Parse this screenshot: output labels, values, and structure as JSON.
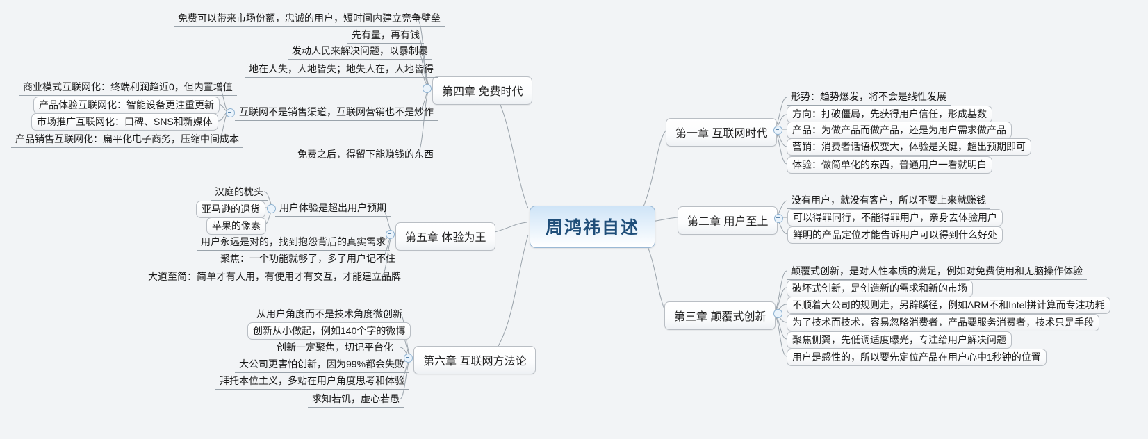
{
  "app": {
    "type": "mindmap",
    "background": "#f2f4f6",
    "accent": "#1f4e79"
  },
  "root": {
    "label": "周鸿祎自述"
  },
  "branches": [
    {
      "id": "ch1",
      "label": "第一章 互联网时代",
      "side": "right",
      "children": [
        {
          "label": "形势：趋势爆发，将不会是线性发展"
        },
        {
          "label": "方向：打破僵局，先获得用户信任，形成基数"
        },
        {
          "label": "产品：为做产品而做产品，还是为用户需求做产品"
        },
        {
          "label": "营销：消费者话语权变大，体验是关键，超出预期即可"
        },
        {
          "label": "体验：做简单化的东西，普通用户一看就明白"
        }
      ]
    },
    {
      "id": "ch2",
      "label": "第二章 用户至上",
      "side": "right",
      "children": [
        {
          "label": "没有用户，就没有客户，所以不要上来就赚钱"
        },
        {
          "label": "可以得罪同行，不能得罪用户，亲身去体验用户"
        },
        {
          "label": "鲜明的产品定位才能告诉用户可以得到什么好处"
        }
      ]
    },
    {
      "id": "ch3",
      "label": "第三章 颠覆式创新",
      "side": "right",
      "children": [
        {
          "label": "颠覆式创新，是对人性本质的满足，例如对免费使用和无脑操作体验"
        },
        {
          "label": "破坏式创新，是创造新的需求和新的市场"
        },
        {
          "label": "不顺着大公司的规则走，另辟蹊径，例如ARM不和Intel拼计算而专注功耗"
        },
        {
          "label": "为了技术而技术，容易忽略消费者，产品要服务消费者，技术只是手段"
        },
        {
          "label": "聚焦侧翼，先低调适度曝光，专注给用户解决问题"
        },
        {
          "label": "用户是感性的，所以要先定位产品在用户心中1秒钟的位置"
        }
      ]
    },
    {
      "id": "ch4",
      "label": "第四章 免费时代",
      "side": "left",
      "children": [
        {
          "label": "免费可以带来市场份额，忠诚的用户，短时间内建立竞争壁垒"
        },
        {
          "label": "先有量，再有钱"
        },
        {
          "label": "发动人民来解决问题，以暴制暴"
        },
        {
          "label": "地在人失，人地皆失；地失人在，人地皆得"
        },
        {
          "label": "互联网不是销售渠道，互联网营销也不是炒作"
        },
        {
          "label": "免费之后，得留下能赚钱的东西"
        }
      ]
    },
    {
      "id": "ch5",
      "label": "第五章 体验为王",
      "side": "left",
      "children": [
        {
          "label": "汉庭的枕头"
        },
        {
          "label": "亚马逊的退货"
        },
        {
          "label": "苹果的像素"
        },
        {
          "label": "用户永远是对的，找到抱怨背后的真实需求"
        },
        {
          "label": "聚焦：一个功能就够了，多了用户记不住"
        },
        {
          "label": "大道至简：简单才有人用，有使用才有交互，才能建立品牌"
        }
      ]
    },
    {
      "id": "ch6",
      "label": "第六章 互联网方法论",
      "side": "left",
      "children": [
        {
          "label": "从用户角度而不是技术角度微创新"
        },
        {
          "label": "创新从小做起，例如140个字的微博"
        },
        {
          "label": "创新一定聚焦，切记平台化"
        },
        {
          "label": "大公司更害怕创新，因为99%都会失败"
        },
        {
          "label": "拜托本位主义，多站在用户角度思考和体验"
        },
        {
          "label": "求知若饥，虚心若愚"
        }
      ]
    }
  ],
  "sub_branches": [
    {
      "id": "ch4-sub",
      "parent_label": "互联网不是销售渠道，互联网营销也不是炒作",
      "children": [
        {
          "label": "商业模式互联网化：终端利润趋近0，但内置增值"
        },
        {
          "label": "产品体验互联网化：智能设备更注重更新"
        },
        {
          "label": "市场推广互联网化：口碑、SNS和新媒体"
        },
        {
          "label": "产品销售互联网化：扁平化电子商务，压缩中间成本"
        }
      ]
    },
    {
      "id": "ch5-sub",
      "parent_label": "用户体验是超出用户预期",
      "children": [
        {
          "label": "汉庭的枕头"
        },
        {
          "label": "亚马逊的退货"
        },
        {
          "label": "苹果的像素"
        }
      ]
    }
  ],
  "ch5_extra": {
    "label": "用户体验是超出用户预期"
  },
  "toggles": [
    {
      "name": "toggle-ch1"
    },
    {
      "name": "toggle-ch2"
    },
    {
      "name": "toggle-ch3"
    },
    {
      "name": "toggle-ch4"
    },
    {
      "name": "toggle-ch5"
    },
    {
      "name": "toggle-ch6"
    },
    {
      "name": "toggle-ch4-sub"
    },
    {
      "name": "toggle-ch5-sub"
    }
  ]
}
